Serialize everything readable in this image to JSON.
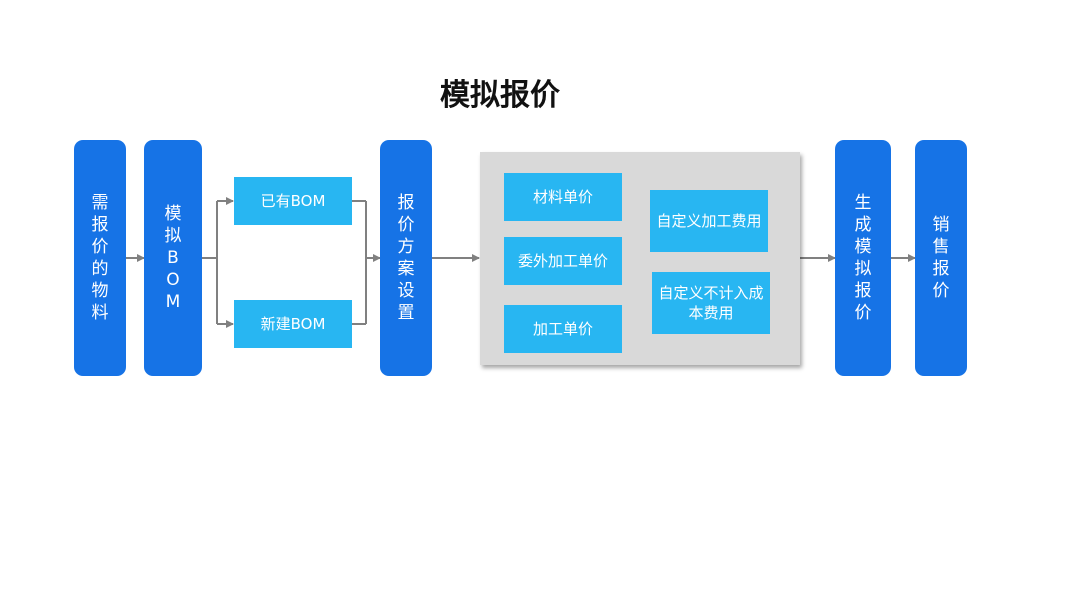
{
  "title": "模拟报价",
  "steps": {
    "materials": "需报价的物料",
    "sim_bom": "模拟BOM",
    "quote_setup": "报价方案设置",
    "generate": "生成模拟报价",
    "sales": "销售报价"
  },
  "bom_options": {
    "existing": "已有BOM",
    "new": "新建BOM"
  },
  "price_items": {
    "material_unit_price": "材料单价",
    "outsourcing_unit_price": "委外加工单价",
    "processing_unit_price": "加工单价",
    "custom_processing_fee": "自定义加工费用",
    "custom_excluded_cost_line1": "自定义不计入成",
    "custom_excluded_cost_line2": "本费用"
  },
  "colors": {
    "primary": "#1673e6",
    "secondary": "#28b6f2",
    "panel": "#d9d9d9",
    "connector": "#808080"
  }
}
